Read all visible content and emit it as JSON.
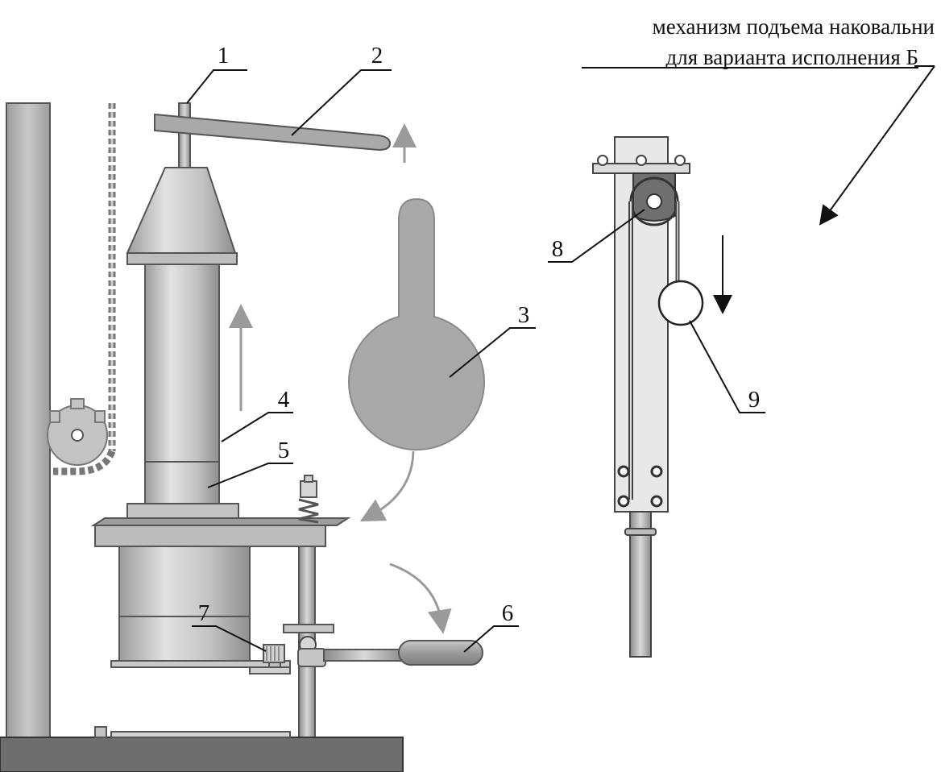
{
  "caption": {
    "line1": "механизм подъема наковальни",
    "line2": "для варианта исполнения Б"
  },
  "labels": [
    {
      "id": "1",
      "text": "1"
    },
    {
      "id": "2",
      "text": "2"
    },
    {
      "id": "3",
      "text": "3"
    },
    {
      "id": "4",
      "text": "4"
    },
    {
      "id": "5",
      "text": "5"
    },
    {
      "id": "6",
      "text": "6"
    },
    {
      "id": "7",
      "text": "7"
    },
    {
      "id": "8",
      "text": "8"
    },
    {
      "id": "9",
      "text": "9"
    }
  ],
  "colors": {
    "metal_light": "#d4d4d4",
    "metal_mid": "#b5b5b5",
    "metal_dark": "#8e8e8e",
    "weight_fill": "#a9a9a9",
    "arrow_gray": "#9a9a9a",
    "frame_dark": "#6e6e6e"
  }
}
